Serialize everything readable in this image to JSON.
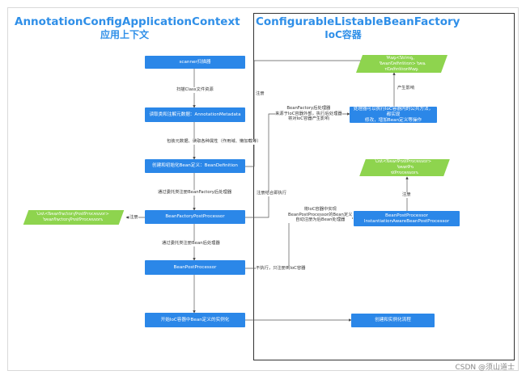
{
  "left_title": {
    "line1": "AnnotationConfigApplicationContext",
    "line2": "应用上下文"
  },
  "right_title": {
    "line1": "ConfigurableListableBeanFactory",
    "line2": "IoC容器"
  },
  "left_nodes": {
    "scanner": "scanner扫描器",
    "metadata": "读取类和注解元数据：AnnotationMetadata",
    "beandef": "创建和初始化Bean定义：BeanDefinition",
    "bfpp": "BeanFactoryPostProcessor",
    "bpp": "BeanPostProcessor",
    "instantiate": "开始IoC容器中Bean定义的实例化"
  },
  "right_nodes": {
    "map": [
      "Map<String, BeanDefinition> bea",
      "nDefinitionMap"
    ],
    "bf_processor": [
      "处理器可以执行IoC容器内的公共方法，都实现",
      "修改，增加Bean定义等操作"
    ],
    "list_bpp": [
      "List<BeanPostProcessor> beanPo",
      "stProcessors"
    ],
    "iabpp": [
      "BeanPostProcessor",
      "InstantiationAwareBeanPostProcessor"
    ],
    "create": "创建和实例化流程"
  },
  "left_list": [
    "List<BeanFactoryPostProcessor>",
    "beanFactoryPostProcessors"
  ],
  "labels": {
    "scan_class": "扫描Class文件资源",
    "parse_meta": "包装元数据、读取各种属性（作用域、懒加载等）",
    "register1": "注册",
    "produce": "产生影响",
    "bf_desc": [
      "BeanFactory后处理器",
      "来源于IoC容器外部，执行后处理器",
      "将对IoC容器产生影响"
    ],
    "via_bfpp": "通过委托类注册BeanFactory后处理器",
    "register_exec": "注册结合即执行",
    "register_left": "注册",
    "via_bpp": "通过委托类注册Bean后处理器",
    "bpp_desc": [
      "将IoC容器中实现",
      "BeanPostProcessor的Bean定义",
      "自动注册为后Bean处理器"
    ],
    "no_exec": "不执行，只注册到IoC容器",
    "register2": "注册"
  },
  "watermark": "CSDN @须山道士"
}
